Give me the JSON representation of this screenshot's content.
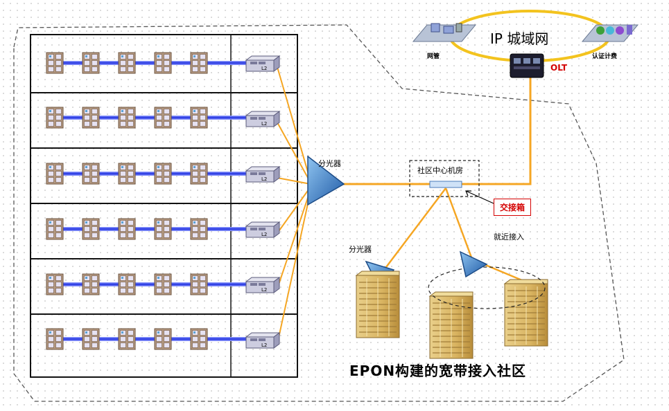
{
  "labels": {
    "ip_network": "IP 城域网",
    "network_mgmt": "网管",
    "auth_billing": "认证计费",
    "olt": "OLT",
    "splitter_main": "分光器",
    "community_center": "社区中心机房",
    "cross_box": "交接箱",
    "splitter_lower": "分光器",
    "nearby_access": "就近接入",
    "switch_tag": "L2",
    "diagram_title": "EPON构建的宽带接入社区"
  },
  "colors": {
    "fiber": "#f5a623",
    "ring": "#f3c31e",
    "copper": "#2233dd",
    "splitter": "#2f6fb8",
    "accent_red": "#d40000"
  }
}
